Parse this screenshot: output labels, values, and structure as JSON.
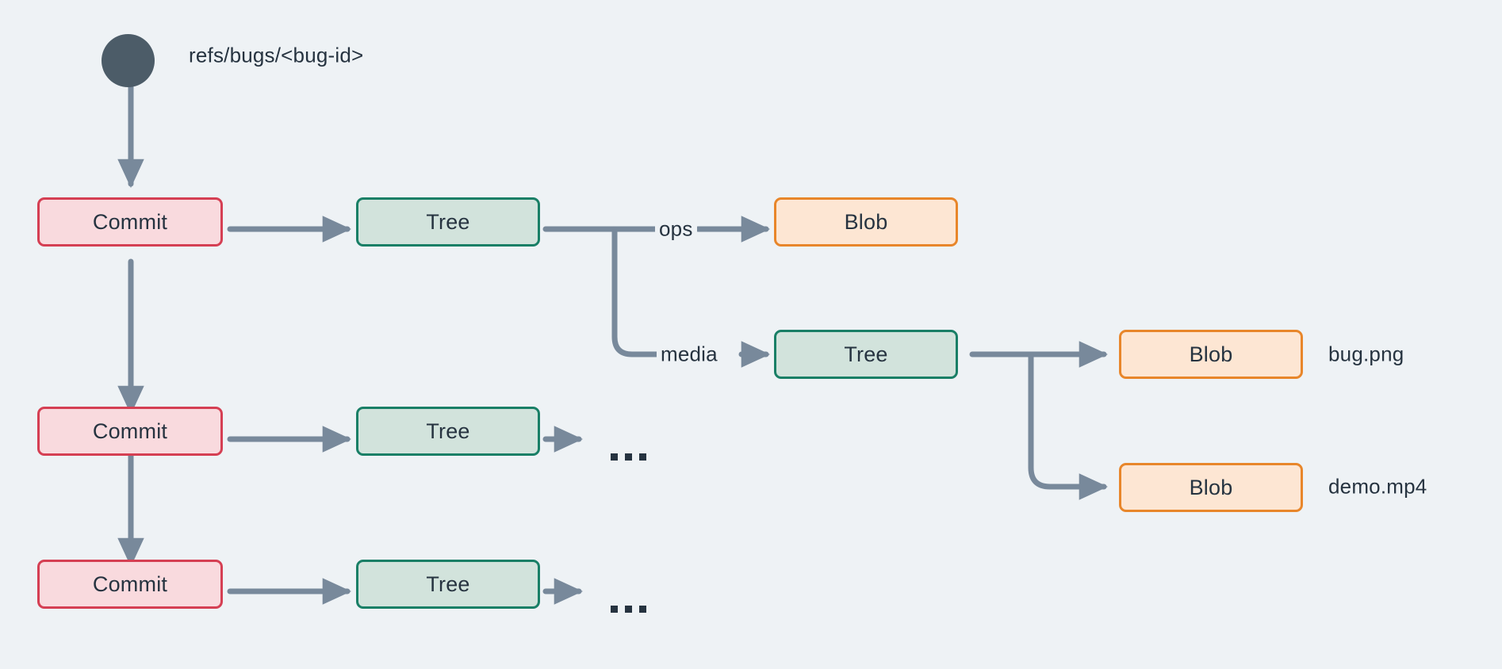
{
  "diagram": {
    "title_label": "refs/bugs/<bug-id>",
    "background_color": "#eef2f5",
    "edge_color": "#78899b",
    "root": {
      "name": "ref-pointer",
      "color": "#4c5c68"
    },
    "palette": {
      "commit_border": "#d53f53",
      "commit_fill": "#f9dade",
      "tree_border": "#197f66",
      "tree_fill": "#d2e3dc",
      "blob_border": "#e8862a",
      "blob_fill": "#fde6d3",
      "text": "#263340"
    },
    "nodes": {
      "commit_1": "Commit",
      "commit_2": "Commit",
      "commit_3": "Commit",
      "tree_1": "Tree",
      "tree_2": "Tree",
      "tree_3": "Tree",
      "tree_media": "Tree",
      "blob_ops": "Blob",
      "blob_bug": "Blob",
      "blob_demo": "Blob"
    },
    "edge_labels": {
      "ops": "ops",
      "media": "media"
    },
    "file_labels": {
      "bug": "bug.png",
      "demo": "demo.mp4"
    },
    "ellipsis": {
      "tree_2": "...",
      "tree_3": "..."
    }
  }
}
